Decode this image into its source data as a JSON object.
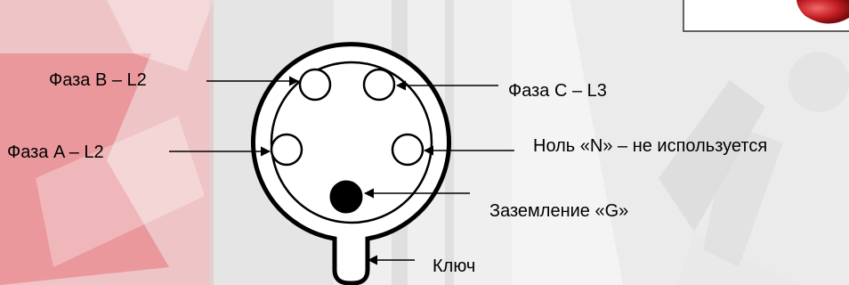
{
  "labels": {
    "phase_b": "Фаза B – L2",
    "phase_c": "Фаза C – L3",
    "phase_a": "Фаза A – L2",
    "neutral": "Ноль «N» – не используется",
    "ground": "Заземление «G»",
    "key": "Ключ"
  },
  "colors": {
    "background_red": "#e2474e",
    "background_gray": "#d8d8d8",
    "background_light": "#f4f4f4",
    "line": "#000000",
    "text": "#000000"
  },
  "icons": {
    "connector": "type2-socket-diagram",
    "badge": "red-sphere-badge"
  }
}
